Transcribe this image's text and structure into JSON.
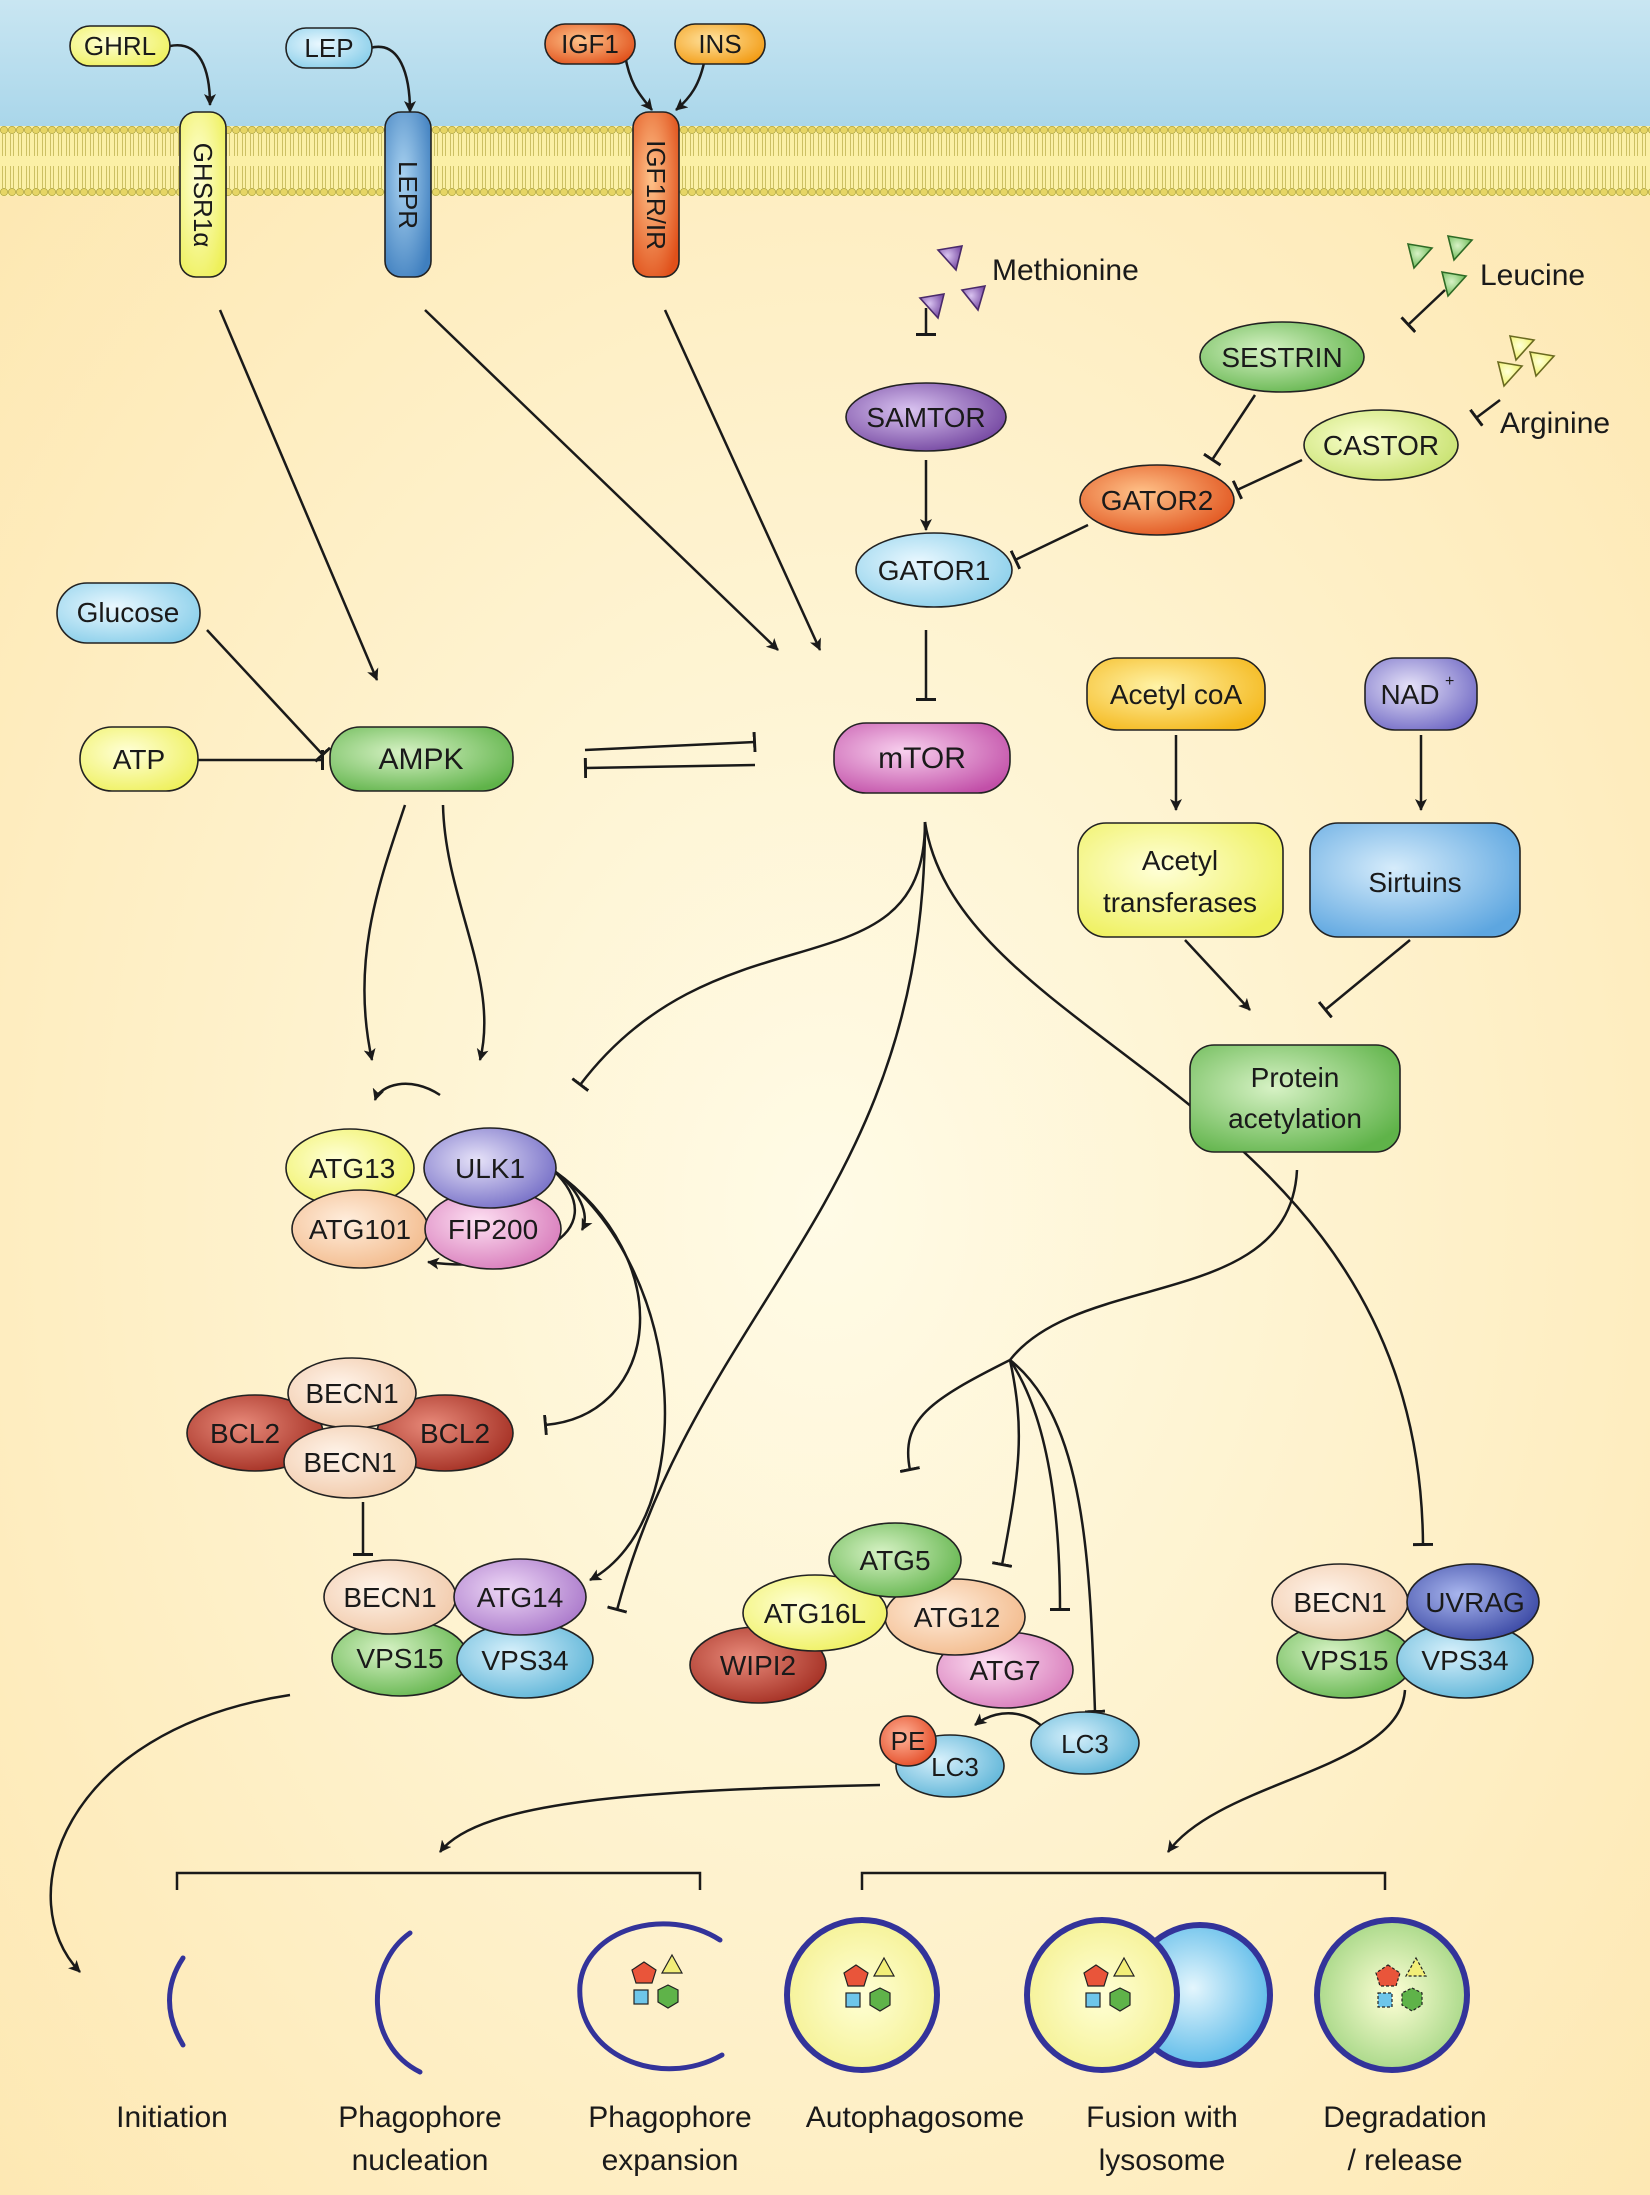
{
  "membrane": {
    "ligands": {
      "ghrl": "GHRL",
      "lep": "LEP",
      "igf1": "IGF1",
      "ins": "INS"
    },
    "receptors": {
      "ghsr": "GHSR1α",
      "lepr": "LEPR",
      "igf1r": "IGF1R/IR"
    }
  },
  "amino_acids": {
    "methionine": "Methionine",
    "leucine": "Leucine",
    "arginine": "Arginine"
  },
  "sensors": {
    "samtor": "SAMTOR",
    "sestrin": "SESTRIN",
    "castor": "CASTOR",
    "gator2": "GATOR2",
    "gator1": "GATOR1"
  },
  "energy": {
    "glucose": "Glucose",
    "atp": "ATP",
    "ampk": "AMPK",
    "mtor": "mTOR"
  },
  "acetylation": {
    "acetyl_coa": "Acetyl coA",
    "nad": "NAD",
    "nad_sup": "+",
    "acetyl_transferases_1": "Acetyl",
    "acetyl_transferases_2": "transferases",
    "sirtuins": "Sirtuins",
    "protein_acetylation_1": "Protein",
    "protein_acetylation_2": "acetylation"
  },
  "ulk_complex": {
    "atg13": "ATG13",
    "ulk1": "ULK1",
    "atg101": "ATG101",
    "fip200": "FIP200"
  },
  "beclin_bcl2": {
    "becn1_top": "BECN1",
    "bcl2_left": "BCL2",
    "bcl2_right": "BCL2",
    "becn1_bottom": "BECN1"
  },
  "pi3k_complex1": {
    "becn1": "BECN1",
    "atg14": "ATG14",
    "vps15": "VPS15",
    "vps34": "VPS34"
  },
  "conjugation": {
    "atg5": "ATG5",
    "atg16l": "ATG16L",
    "atg12": "ATG12",
    "wipi2": "WIPI2",
    "atg7": "ATG7",
    "pe": "PE",
    "lc3_lipidated": "LC3",
    "lc3": "LC3"
  },
  "pi3k_complex2": {
    "becn1": "BECN1",
    "uvrag": "UVRAG",
    "vps15": "VPS15",
    "vps34": "VPS34"
  },
  "stages": [
    {
      "line1": "Initiation",
      "line2": ""
    },
    {
      "line1": "Phagophore",
      "line2": "nucleation"
    },
    {
      "line1": "Phagophore",
      "line2": "expansion"
    },
    {
      "line1": "Autophagosome",
      "line2": ""
    },
    {
      "line1": "Fusion with",
      "line2": "lysosome"
    },
    {
      "line1": "Degradation",
      "line2": "/ release"
    }
  ]
}
